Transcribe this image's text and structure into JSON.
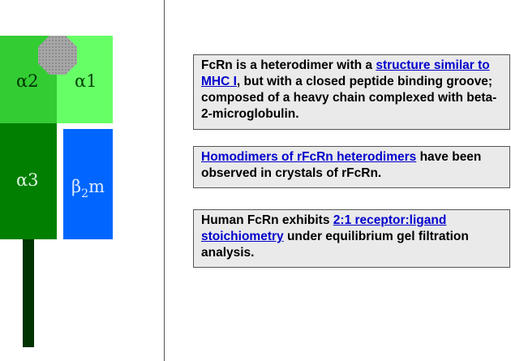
{
  "diagram": {
    "labels": {
      "alpha1": "α1",
      "alpha2": "α2",
      "alpha3": "α3",
      "beta2m_base": "β",
      "beta2m_sub": "2",
      "beta2m_tail": "m"
    },
    "colors": {
      "alpha1": "#66ff66",
      "alpha2": "#33cc33",
      "alpha3": "#007f00",
      "beta2m": "#0066ff",
      "stem": "#003300",
      "peptide_groove": "#a8a8a8"
    }
  },
  "notes": [
    {
      "pre": "FcRn is a heterodimer with a ",
      "link": "structure similar to MHC I",
      "post": ", but with a closed peptide binding groove; composed of a heavy chain complexed with beta-2-microglobulin."
    },
    {
      "pre": "",
      "link": "Homodimers of rFcRn heterodimers",
      "post": " have been observed in crystals of rFcRn."
    },
    {
      "pre": "Human FcRn exhibits ",
      "link": "2:1 receptor:ligand stoichiometry",
      "post": " under equilibrium gel filtration analysis."
    }
  ]
}
